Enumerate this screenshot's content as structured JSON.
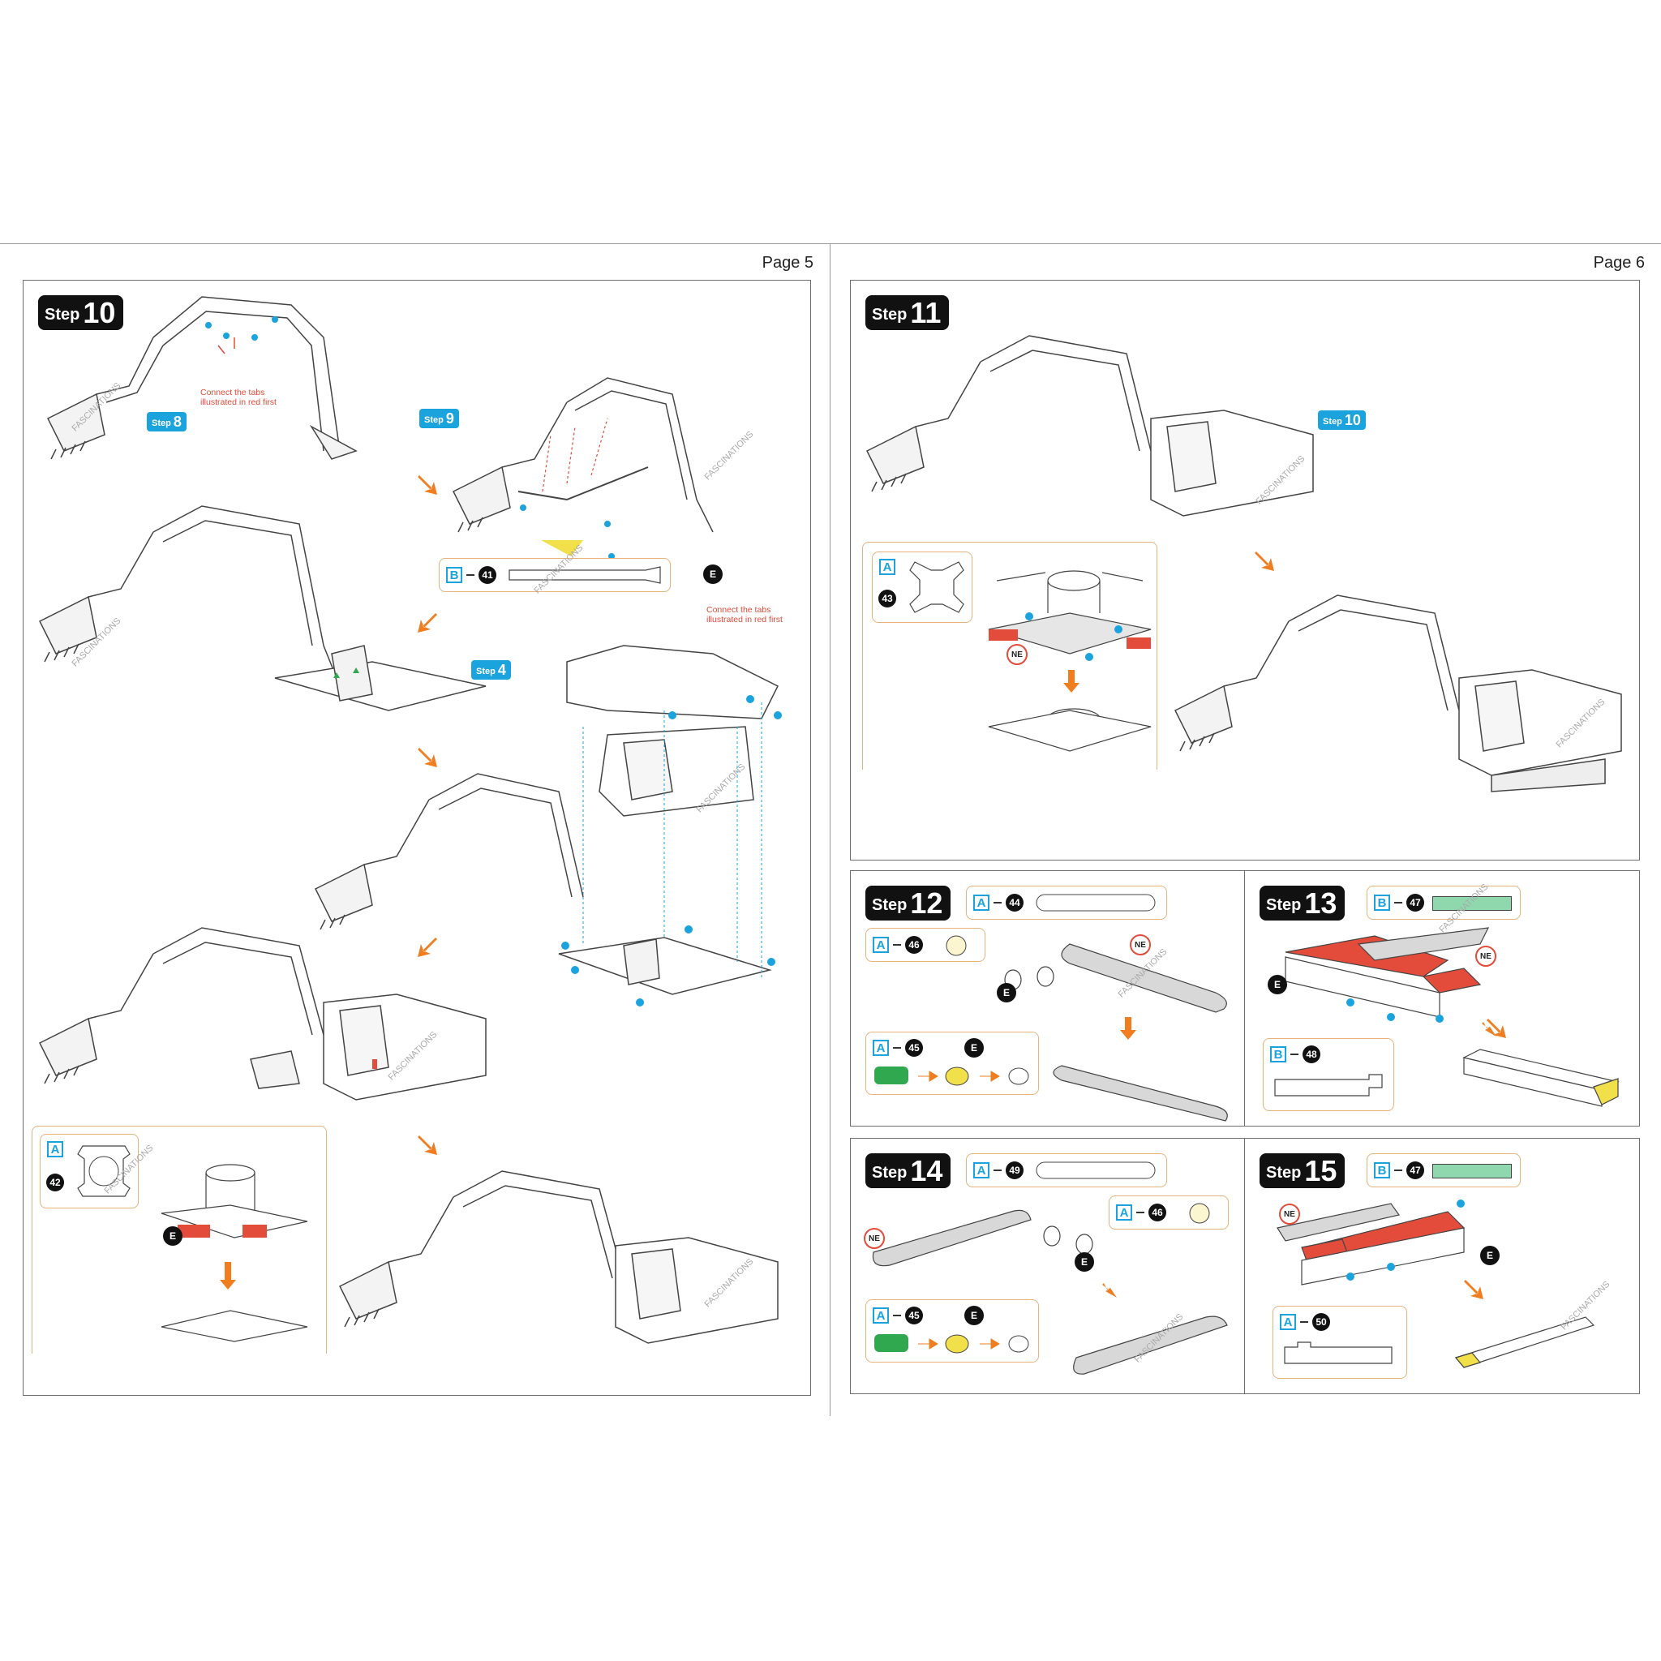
{
  "pages": {
    "left": {
      "number": "Page 5"
    },
    "right": {
      "number": "Page 6"
    }
  },
  "step_word": "Step",
  "steps": {
    "s10": {
      "number": "10"
    },
    "s11": {
      "number": "11"
    },
    "s12": {
      "number": "12"
    },
    "s13": {
      "number": "13"
    },
    "s14": {
      "number": "14"
    },
    "s15": {
      "number": "15"
    }
  },
  "references": {
    "r8": "8",
    "r9": "9",
    "r4": "4",
    "r10": "10"
  },
  "notes": {
    "connect_tabs_1": "Connect the tabs illustrated in red first",
    "connect_tabs_2": "Connect the tabs illustrated in red first"
  },
  "markers": {
    "e": "E",
    "ne": "NE"
  },
  "watermark": "FASCINATIONS",
  "parts": {
    "p41": {
      "sheet": "B",
      "number": "41"
    },
    "p42": {
      "sheet": "A",
      "number": "42"
    },
    "p43": {
      "sheet": "A",
      "number": "43"
    },
    "p44": {
      "sheet": "A",
      "number": "44"
    },
    "p46a": {
      "sheet": "A",
      "number": "46"
    },
    "p45a": {
      "sheet": "A",
      "number": "45"
    },
    "p47a": {
      "sheet": "B",
      "number": "47"
    },
    "p48": {
      "sheet": "B",
      "number": "48"
    },
    "p49": {
      "sheet": "A",
      "number": "49"
    },
    "p46b": {
      "sheet": "A",
      "number": "46"
    },
    "p45b": {
      "sheet": "A",
      "number": "45"
    },
    "p47b": {
      "sheet": "B",
      "number": "47"
    },
    "p50": {
      "sheet": "A",
      "number": "50"
    }
  },
  "colors": {
    "accent_blue": "#1aa3dd",
    "tab_red": "#e34b3a",
    "arrow_orange": "#f07d1f",
    "box_orange": "#e8b27a",
    "green_part": "#2fa84f",
    "mint_part": "#8fd8ae",
    "yellow_part": "#f2e04a"
  }
}
